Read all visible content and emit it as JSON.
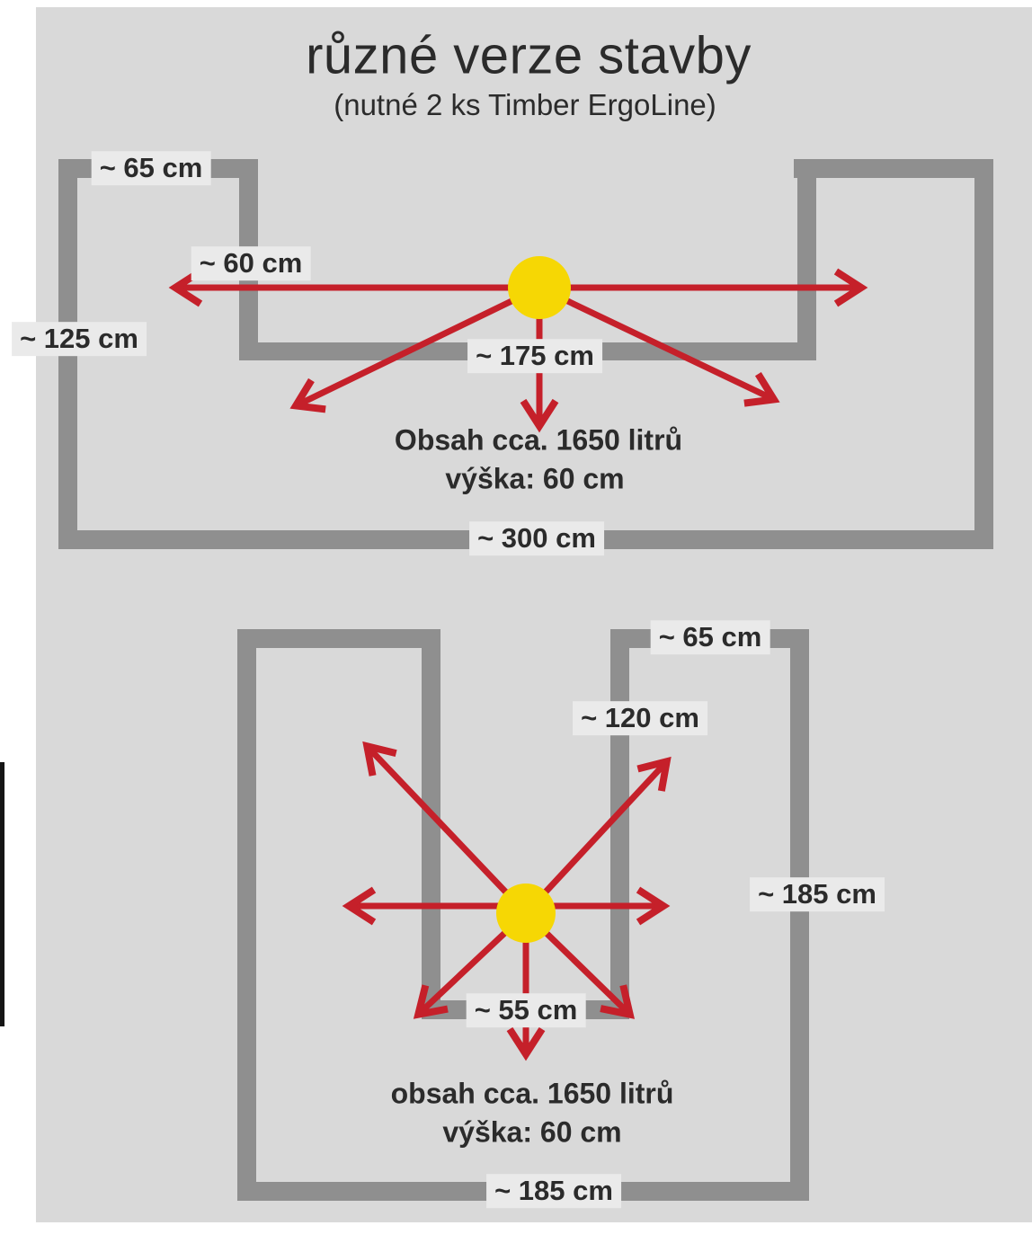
{
  "header": {
    "title": "různé verze stavby",
    "subtitle": "(nutné 2 ks Timber ErgoLine)"
  },
  "colors": {
    "panel": "#d9d9d9",
    "wall": "#8f8f8f",
    "arrow": "#c5202a",
    "hub": "#f6d704",
    "text": "#2b2b2b",
    "label_bg": "#eaeaea"
  },
  "diagram_top": {
    "labels": {
      "cap_left": "~ 65 cm",
      "arrow_left": "~ 60 cm",
      "side_left": "~ 125 cm",
      "inner_width": "~ 175 cm",
      "volume": "Obsah cca. 1650 litrů",
      "height": "výška: 60 cm",
      "outer_width": "~ 300 cm"
    }
  },
  "diagram_bottom": {
    "labels": {
      "cap_right": "~ 65 cm",
      "inner_length": "~ 120 cm",
      "side_right": "~ 185 cm",
      "inner_width": "~ 55 cm",
      "volume": "obsah cca. 1650 litrů",
      "height": "výška: 60 cm",
      "outer_width": "~ 185 cm"
    }
  }
}
